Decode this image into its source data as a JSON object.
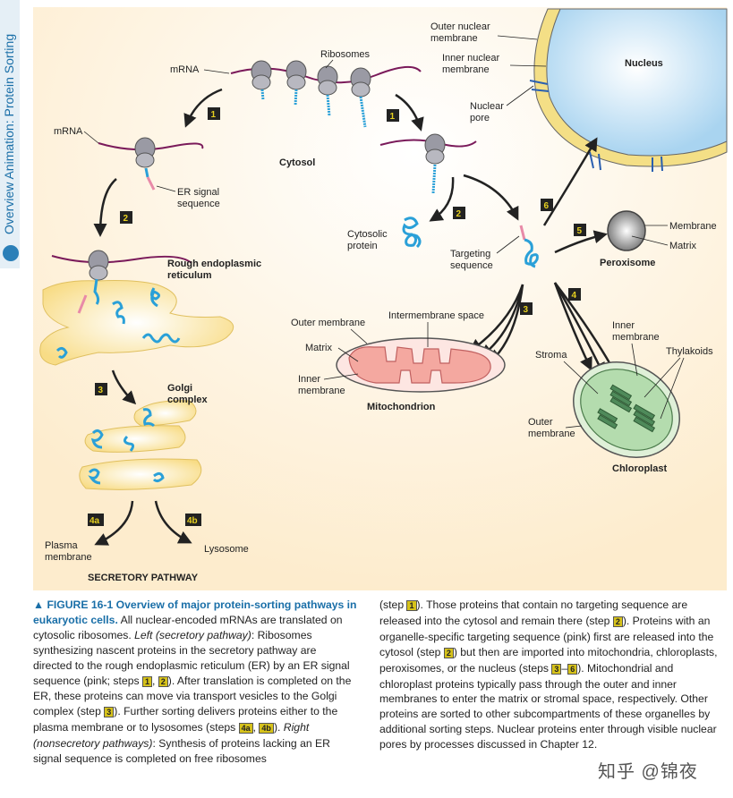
{
  "side_title": "Overview Animation: Protein Sorting",
  "labels": {
    "ribosomes": "Ribosomes",
    "mrna_top": "mRNA",
    "mrna_left": "mRNA",
    "cytosol": "Cytosol",
    "er_signal": [
      "ER signal",
      "sequence"
    ],
    "rough_er": [
      "Rough endoplasmic",
      "reticulum"
    ],
    "golgi": [
      "Golgi",
      "complex"
    ],
    "plasma_membrane": [
      "Plasma",
      "membrane"
    ],
    "lysosome": "Lysosome",
    "secretory_pathway": "SECRETORY PATHWAY",
    "cytosolic_protein": [
      "Cytosolic",
      "protein"
    ],
    "targeting_sequence": [
      "Targeting",
      "sequence"
    ],
    "outer_nuclear_membrane": [
      "Outer nuclear",
      "membrane"
    ],
    "inner_nuclear_membrane": [
      "Inner nuclear",
      "membrane"
    ],
    "nuclear_pore": [
      "Nuclear",
      "pore"
    ],
    "nucleus": "Nucleus",
    "membrane": "Membrane",
    "matrix_perox": "Matrix",
    "peroxisome": "Peroxisome",
    "mito_outer_membrane": "Outer membrane",
    "intermembrane_space": "Intermembrane space",
    "mito_matrix": "Matrix",
    "mito_inner_membrane": [
      "Inner",
      "membrane"
    ],
    "mitochondrion": "Mitochondrion",
    "chloro_inner_membrane": [
      "Inner",
      "membrane"
    ],
    "thylakoids": "Thylakoids",
    "stroma": "Stroma",
    "chloro_outer_membrane": [
      "Outer",
      "membrane"
    ],
    "chloroplast": "Chloroplast"
  },
  "steps": {
    "s1a": "1",
    "s1b": "1",
    "s2a": "2",
    "s2b": "2",
    "s3a": "3",
    "s3b": "3",
    "s4": "4",
    "s4a": "4a",
    "s4b": "4b",
    "s5": "5",
    "s6": "6"
  },
  "caption": {
    "figure_label": "▲ FIGURE 16-1  Overview of major protein-sorting pathways in eukaryotic cells.",
    "left_text_1": " All nuclear-encoded mRNAs are translated on cytosolic ribosomes. ",
    "left_italic_1": "Left (secretory pathway)",
    "left_text_2": ": Ribosomes synthesizing nascent proteins in the secretory pathway are directed to the rough endoplasmic reticulum (ER) by an ER signal sequence (pink; steps ",
    "left_text_3": "). After translation is completed on the ER, these proteins can move via transport vesicles to the Golgi complex (step ",
    "left_text_4": "). Further sorting delivers proteins either to the plasma membrane or to lysosomes (steps ",
    "left_text_5": "). ",
    "left_italic_2": "Right (nonsecretory pathways)",
    "left_text_6": ": Synthesis of proteins lacking an ER signal sequence is completed on free ribosomes",
    "right_text_1": "(step ",
    "right_text_2": "). Those proteins that contain no targeting sequence are released into the cytosol and remain there (step ",
    "right_text_3": "). Proteins with an organelle-specific targeting sequence (pink) first are released into the cytosol (step ",
    "right_text_4": ") but then are imported into mitochondria, chloroplasts, peroxisomes, or the nucleus (steps ",
    "right_text_5": "). Mitochondrial and chloroplast proteins typically pass through the outer and inner membranes to enter the matrix or stromal space, respectively. Other proteins are sorted to other subcompartments of these organelles by additional sorting steps. Nuclear proteins enter through visible nuclear pores by processes discussed in Chapter 12.",
    "cap_s1": "1",
    "cap_s2": "2",
    "cap_s3": "3",
    "cap_s4a": "4a",
    "cap_s4b": "4b",
    "cap_r1": "1",
    "cap_r2": "2",
    "cap_r2b": "2",
    "cap_r3": "3",
    "cap_r6": "6",
    "sep": ", ",
    "dash": "–"
  },
  "watermark": "知乎 @锦夜",
  "colors": {
    "background": "#fdf1dc",
    "side_strip": "#2a7fb8",
    "mrna": "#7a1a5a",
    "ribosome": "#9a9aa4",
    "protein": "#2aa0d8",
    "signal": "#e88aa8",
    "er": "#fbe7a6",
    "nucleus": "#bfe0f5",
    "nuclear_envelope": "#f4df86",
    "mitochondrion": "#f4b8b0",
    "chloroplast": "#bfe0b8",
    "arrow": "#222222",
    "step_box": "#222222"
  }
}
